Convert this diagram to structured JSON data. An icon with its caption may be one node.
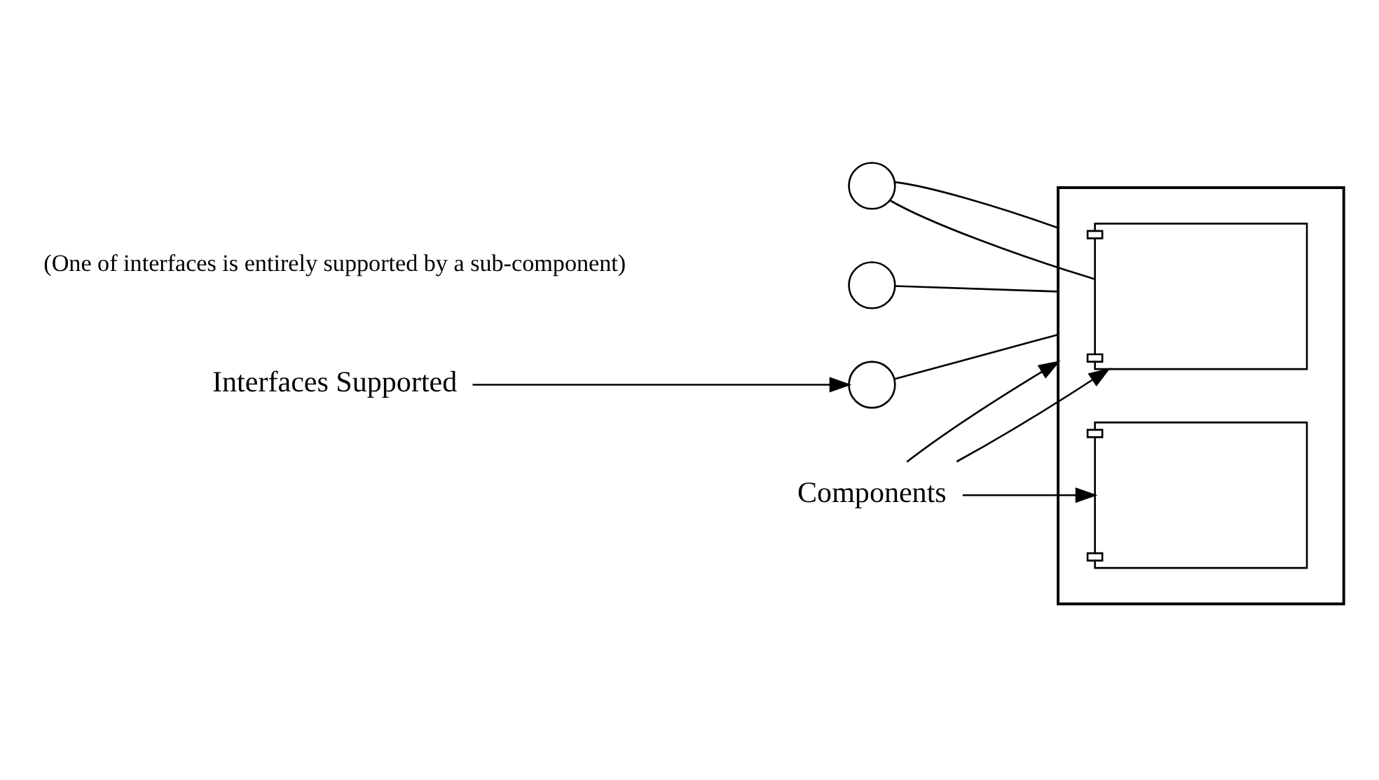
{
  "diagram": {
    "nodes": [
      {
        "text": [],
        "shape": "component"
      },
      {
        "text": [],
        "shape": "component",
        "in": 0
      },
      {
        "text": [],
        "shape": "component",
        "in": 0
      },
      {
        "text": [],
        "shape": "circle"
      },
      {
        "text": [],
        "shape": "circle"
      },
      {
        "text": [],
        "shape": "circle"
      },
      {
        "text": [
          "Components"
        ]
      },
      {
        "text": [
          "Interfaces Supported"
        ]
      }
    ],
    "edges": [
      {
        "from": 3,
        "to": 1,
        "arrow": "none"
      },
      {
        "from": 3,
        "to": 0,
        "arrow": "none"
      },
      {
        "from": 4,
        "to": 0,
        "arrow": "none"
      },
      {
        "from": 5,
        "to": 0,
        "arrow": "none"
      },
      {
        "from": 6,
        "to": 1,
        "arrow": "to"
      },
      {
        "from": 6,
        "to": 0,
        "arrow": "to"
      },
      {
        "from": 6,
        "to": 2,
        "arrow": "to"
      },
      {
        "from": 7,
        "to": 5,
        "arrow": "to"
      }
    ],
    "labels": [
      "(One of interfaces is entirely supported by a sub-component)"
    ]
  }
}
